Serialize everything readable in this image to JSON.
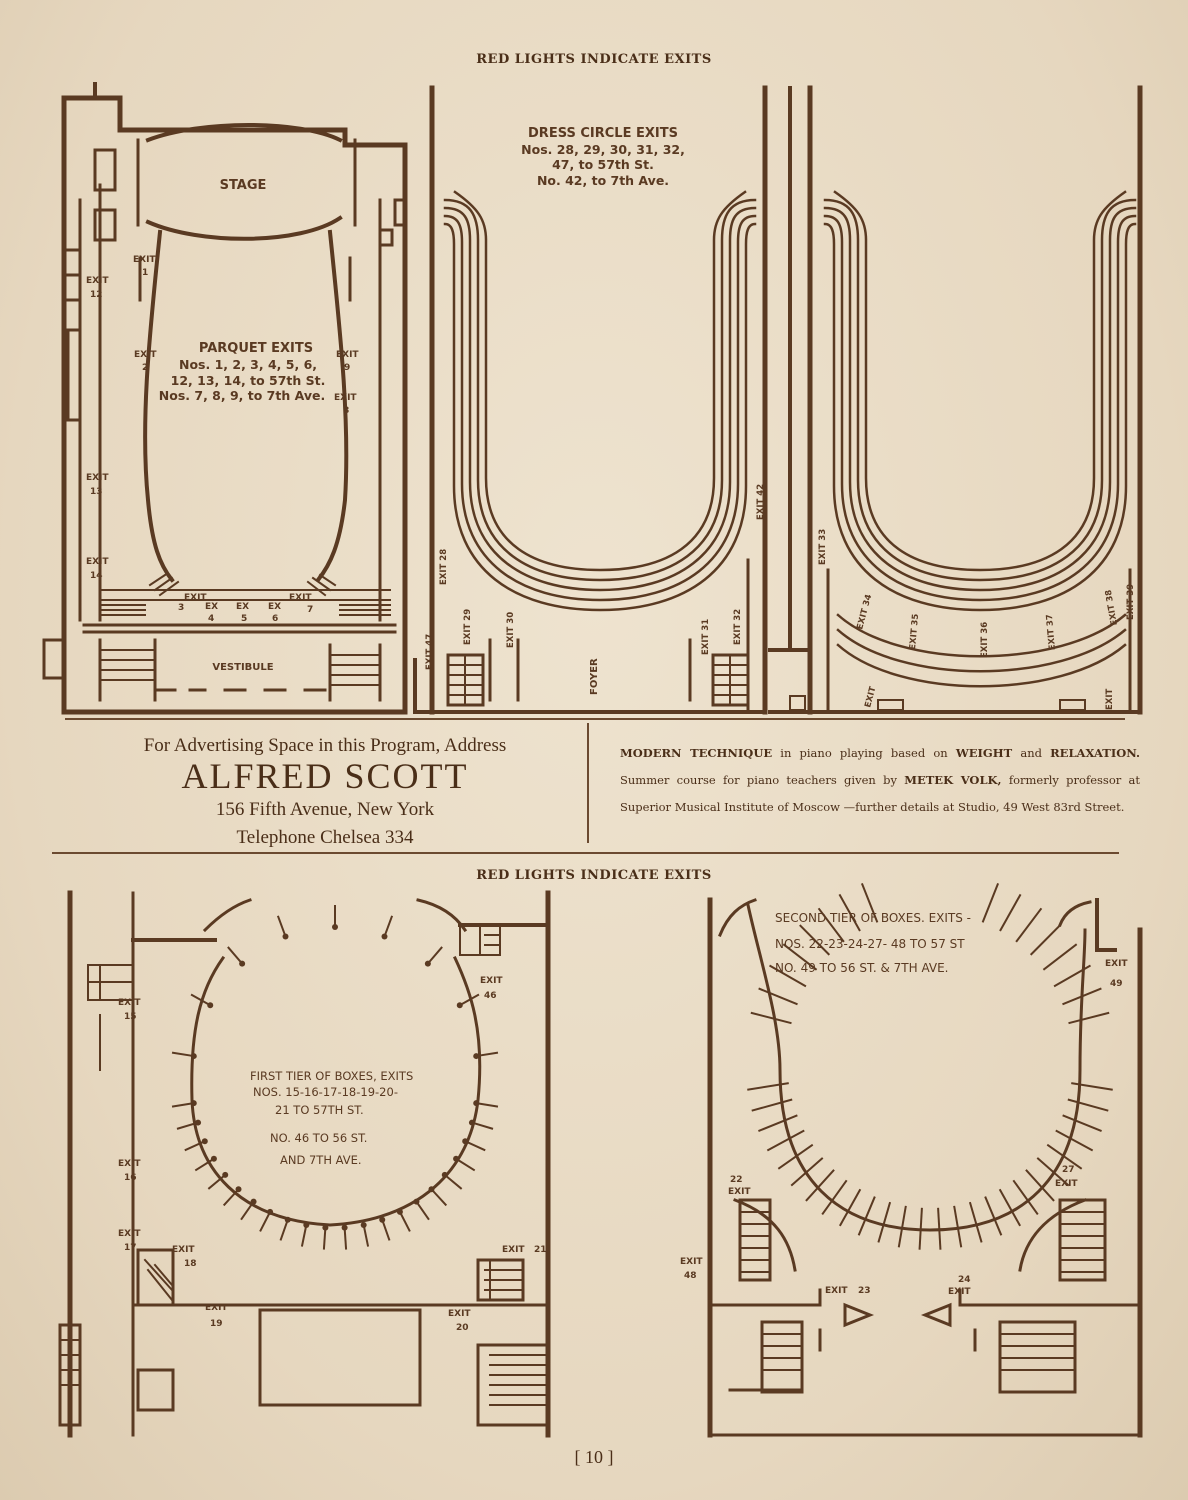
{
  "top_header": "RED LIGHTS INDICATE EXITS",
  "middle_header": "RED LIGHTS INDICATE EXITS",
  "parquet": {
    "stage": "STAGE",
    "title": "PARQUET EXITS",
    "line1": "Nos. 1, 2, 3, 4, 5, 6,",
    "line2": "12, 13, 14, to 57th St.",
    "line3": "Nos. 7, 8, 9, to 7th Ave.",
    "vestibule": "VESTIBULE",
    "exit_word": "EXIT",
    "ex_word": "EX",
    "n1": "1",
    "n2": "2",
    "n3": "3",
    "n4": "4",
    "n5": "5",
    "n6": "6",
    "n7": "7",
    "n8": "8",
    "n9": "9",
    "n12": "12",
    "n13": "13",
    "n14": "14"
  },
  "dress_circle": {
    "title": "DRESS CIRCLE EXITS",
    "line1": "Nos. 28, 29, 30, 31, 32,",
    "line2": "47, to 57th St.",
    "line3": "No. 42, to 7th Ave.",
    "foyer": "FOYER",
    "exits": [
      "EXIT 47",
      "EXIT 28",
      "EXIT 29",
      "EXIT 30",
      "EXIT 31",
      "EXIT 32",
      "EXIT 42"
    ]
  },
  "balcony": {
    "exits": [
      "EXIT 33",
      "EXIT 34",
      "EXIT 35",
      "EXIT 36",
      "EXIT 37",
      "EXIT 38",
      "EXIT 39",
      "EXIT",
      "EXIT"
    ]
  },
  "ad_left": {
    "line1": "For Advertising Space in this Program, Address",
    "name": "ALFRED SCOTT",
    "address": "156 Fifth Avenue, New York",
    "phone": "Telephone Chelsea 334"
  },
  "ad_right": {
    "b1": "MODERN TECHNIQUE",
    "t1": " in piano playing based on ",
    "b2": "WEIGHT",
    "t2": " and ",
    "b3": "RELAXATION.",
    "t3": " Summer course for piano teachers given by ",
    "b4": "METEK VOLK,",
    "t4": " formerly professor at Superior Musical Institute of Moscow —further details at Studio, 49 West 83rd Street."
  },
  "first_tier": {
    "line1": "FIRST TIER OF BOXES, EXITS",
    "line2": "NOS. 15-16-17-18-19-20-",
    "line3": "21 TO 57TH ST.",
    "line4": "NO. 46 TO 56 ST.",
    "line5": "AND 7TH AVE.",
    "exit_word": "EXIT",
    "n15": "15",
    "n16": "16",
    "n17": "17",
    "n18": "18",
    "n19": "19",
    "n20": "20",
    "n21": "21",
    "n46": "46"
  },
  "second_tier": {
    "line1": "SECOND TIER OF BOXES. EXITS -",
    "line2": "NOS. 22-23-24-27- 48 TO 57 ST",
    "line3": "NO. 49 TO 56 ST. & 7TH AVE.",
    "exit_word": "EXIT",
    "n22": "22",
    "n23": "23",
    "n24": "24",
    "n27": "27",
    "n48": "48",
    "n49": "49"
  },
  "page_number": "[ 10 ]"
}
